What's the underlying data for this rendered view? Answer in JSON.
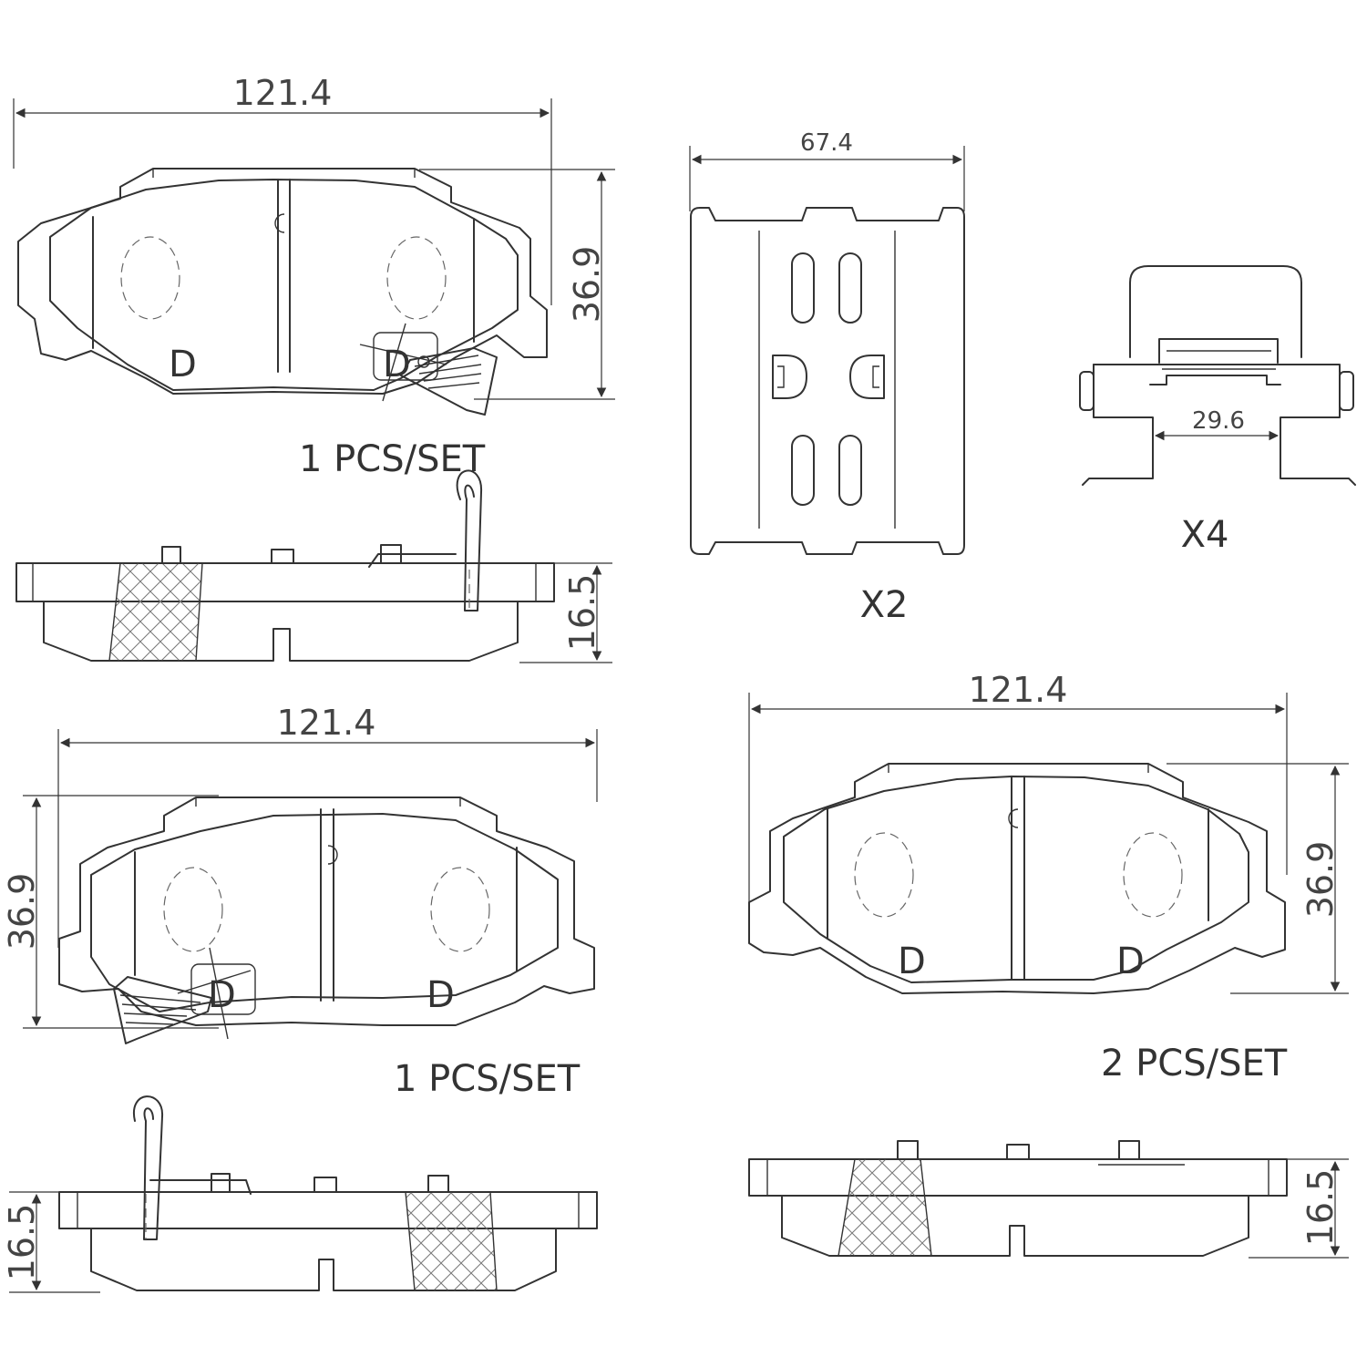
{
  "pad_outer_top": {
    "width_label": "121.4",
    "height_label": "36.9",
    "thickness_label": "16.5",
    "quantity_label": "1 PCS/SET",
    "wear_mark": "D"
  },
  "pad_outer_bottom": {
    "width_label": "121.4",
    "height_label": "36.9",
    "thickness_label": "16.5",
    "quantity_label": "1 PCS/SET",
    "wear_mark": "D"
  },
  "pad_inner": {
    "width_label": "121.4",
    "height_label": "36.9",
    "thickness_label": "16.5",
    "quantity_label": "2 PCS/SET",
    "wear_mark": "D"
  },
  "shim": {
    "width_label": "67.4",
    "quantity_label": "X2"
  },
  "clip": {
    "width_label": "29.6",
    "quantity_label": "X4"
  }
}
